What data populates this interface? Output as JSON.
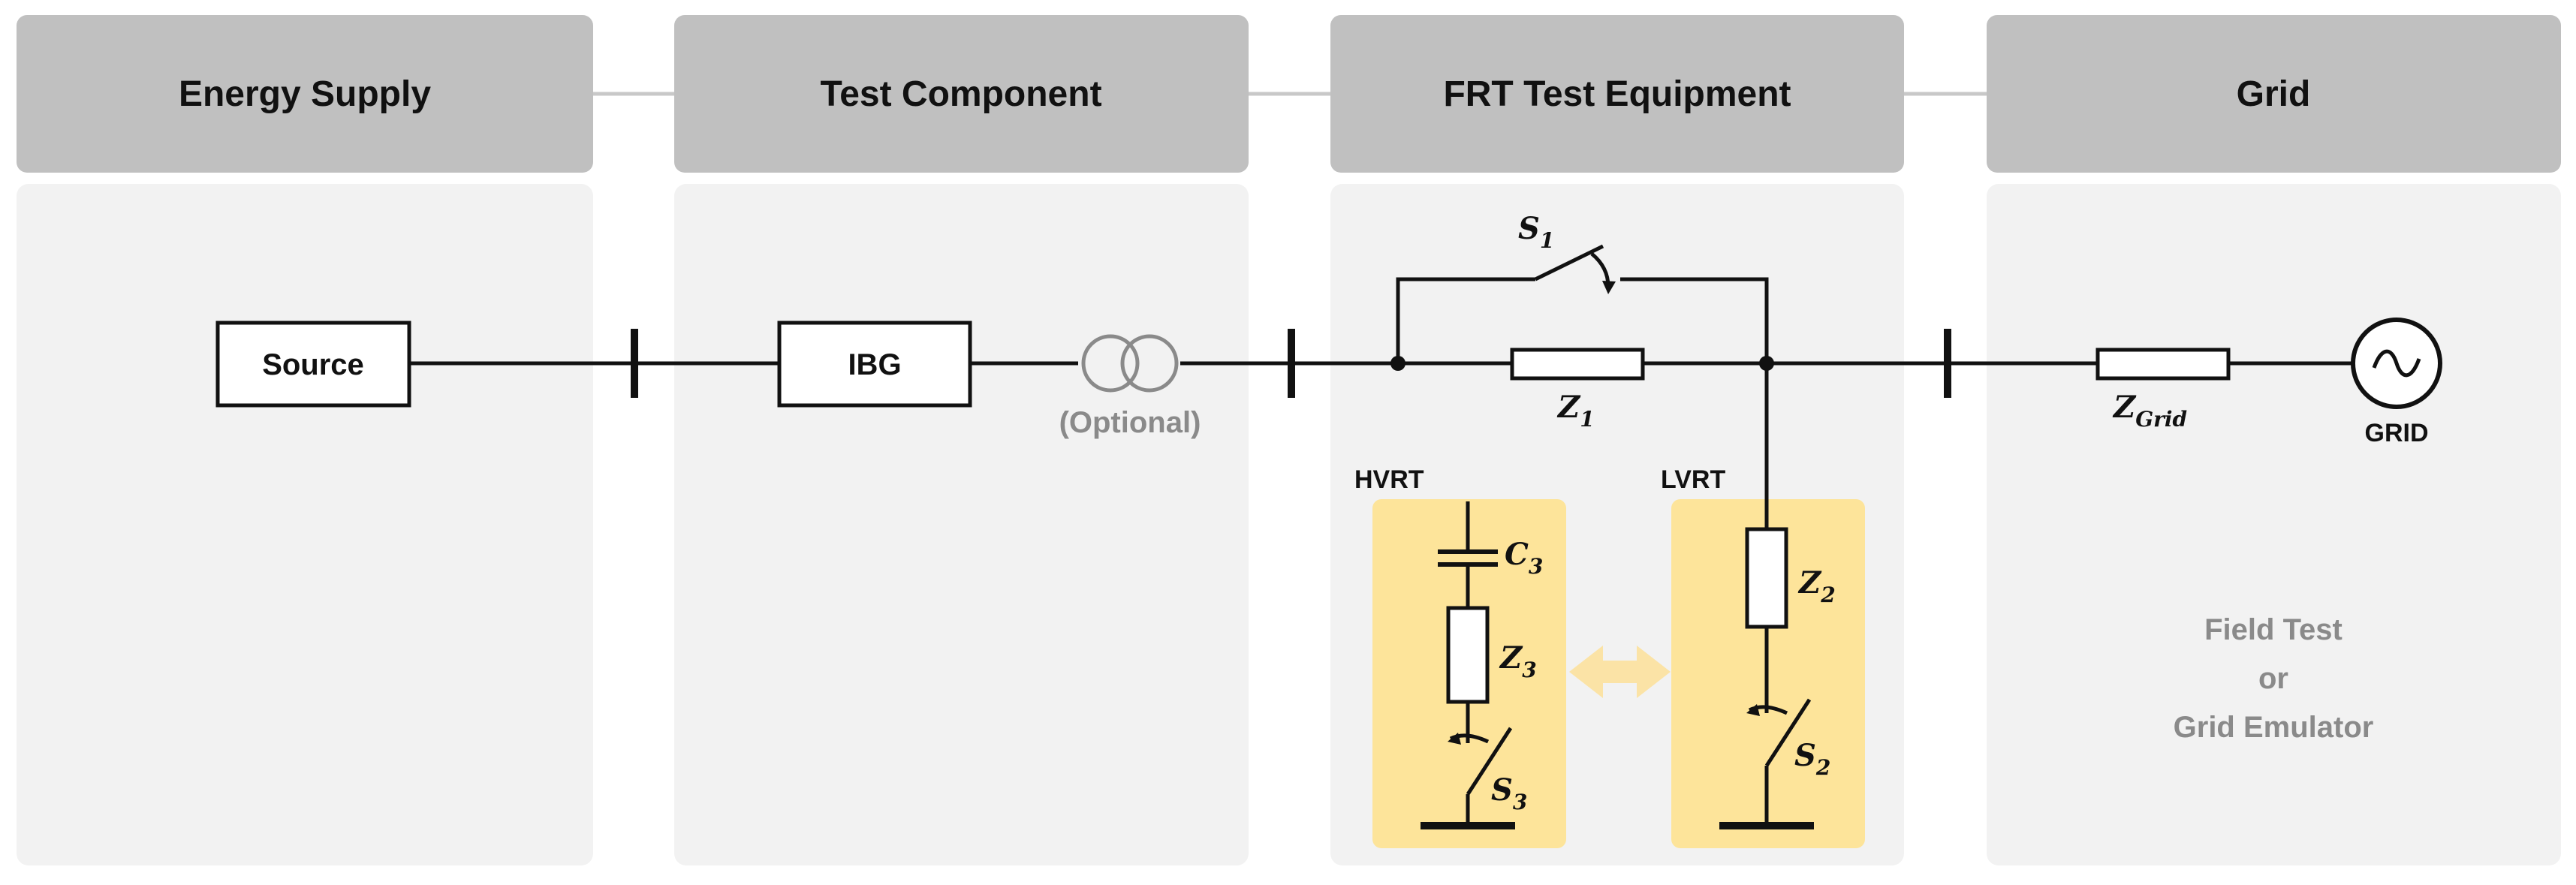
{
  "headers": {
    "energy_supply": "Energy Supply",
    "test_component": "Test Component",
    "frt_equipment": "FRT Test Equipment",
    "grid": "Grid"
  },
  "components": {
    "source": "Source",
    "ibg": "IBG",
    "optional": "(Optional)",
    "grid_label": "GRID",
    "hvrt": "HVRT",
    "lvrt": "LVRT"
  },
  "symbols": {
    "s1": {
      "base": "S",
      "sub": "1"
    },
    "z1": {
      "base": "Z",
      "sub": "1"
    },
    "zgrid": {
      "base": "Z",
      "sub": "Grid"
    },
    "c3": {
      "base": "C",
      "sub": "3"
    },
    "z3": {
      "base": "Z",
      "sub": "3"
    },
    "s3": {
      "base": "S",
      "sub": "3"
    },
    "z2": {
      "base": "Z",
      "sub": "2"
    },
    "s2": {
      "base": "S",
      "sub": "2"
    }
  },
  "grid_note": {
    "line1": "Field Test",
    "line2": "or",
    "line3": "Grid Emulator"
  },
  "colors": {
    "header_bg": "#c0c0c0",
    "panel_bg": "#f2f2f2",
    "highlight": "#fde49a",
    "arrow": "#fbe3a6",
    "line": "#111111",
    "muted_text": "#8a8a8a"
  }
}
